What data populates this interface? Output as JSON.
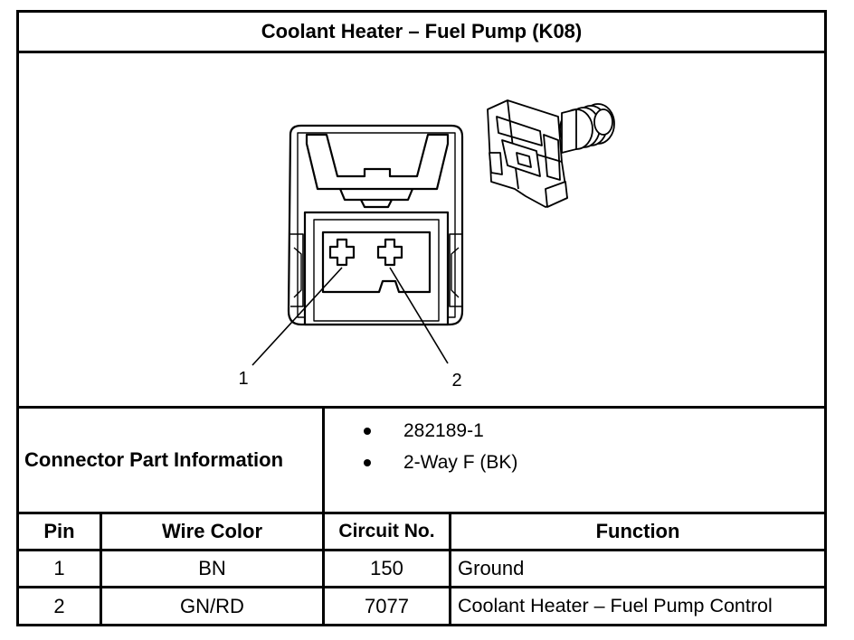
{
  "title": "Coolant Heater – Fuel Pump (K08)",
  "diagram": {
    "pin_callouts": [
      "1",
      "2"
    ]
  },
  "connector_info": {
    "label": "Connector Part Information",
    "items": [
      "282189-1",
      "2-Way F (BK)"
    ]
  },
  "table": {
    "headers": {
      "pin": "Pin",
      "wire_color": "Wire Color",
      "circuit_no": "Circuit No.",
      "function": "Function"
    },
    "rows": [
      {
        "pin": "1",
        "wire_color": "BN",
        "circuit_no": "150",
        "function": "Ground"
      },
      {
        "pin": "2",
        "wire_color": "GN/RD",
        "circuit_no": "7077",
        "function": "Coolant Heater – Fuel Pump Control"
      }
    ]
  }
}
